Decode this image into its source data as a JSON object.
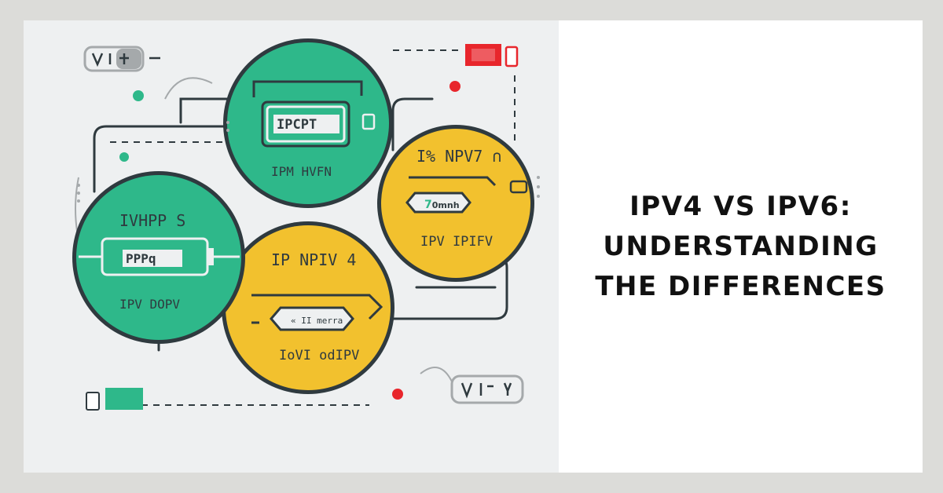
{
  "title_lines": [
    "IPV4 VS IPV6:",
    "UNDERSTANDING",
    "THE DIFFERENCES"
  ],
  "colors": {
    "background": "#dcdcd9",
    "card": "#ffffff",
    "illustration_bg": "#eef0f1",
    "green": "#2eb88a",
    "yellow": "#f2c12e",
    "red": "#e8262c",
    "dark": "#2f3a3f",
    "gray": "#a5a9ab"
  },
  "icons": [
    "network-diagram-illustration",
    "tag-icon",
    "address-badge",
    "status-dot"
  ]
}
